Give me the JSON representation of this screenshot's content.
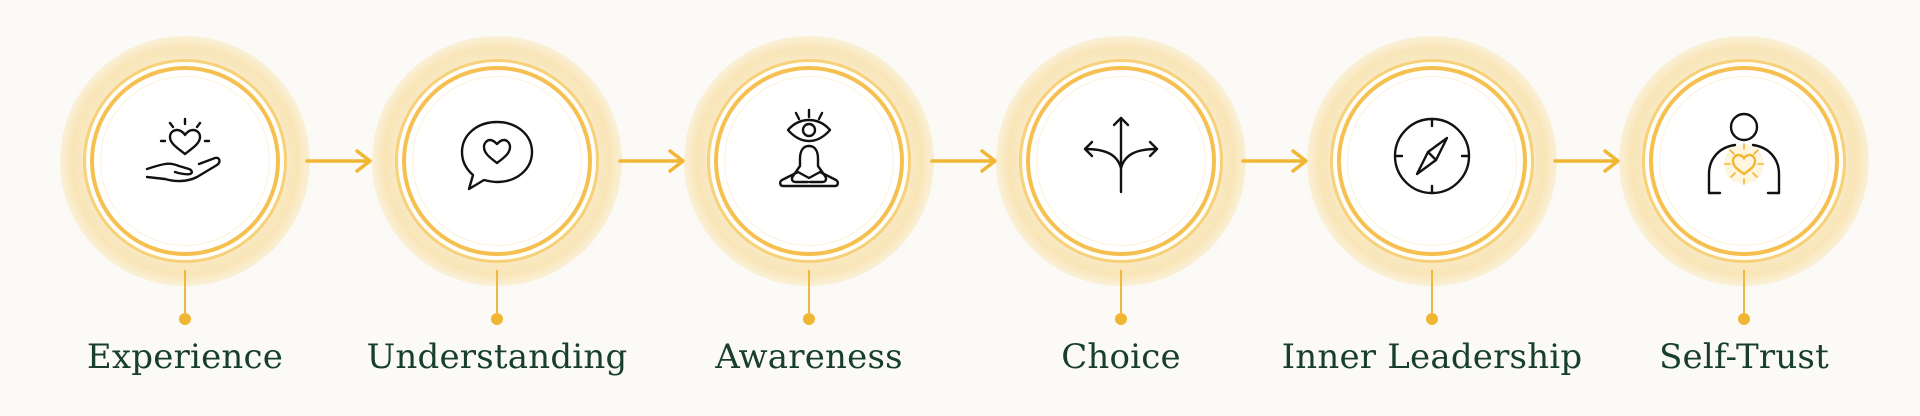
{
  "steps": [
    {
      "label": "Experience",
      "icon": "heart-in-hand-icon"
    },
    {
      "label": "Understanding",
      "icon": "speech-heart-icon"
    },
    {
      "label": "Awareness",
      "icon": "meditation-eye-icon"
    },
    {
      "label": "Choice",
      "icon": "branching-arrows-icon"
    },
    {
      "label": "Inner Leadership",
      "icon": "compass-icon"
    },
    {
      "label": "Self-Trust",
      "icon": "person-heart-icon"
    }
  ],
  "colors": {
    "accent": "#f2b635",
    "label": "#173f2b",
    "icon": "#121212"
  }
}
